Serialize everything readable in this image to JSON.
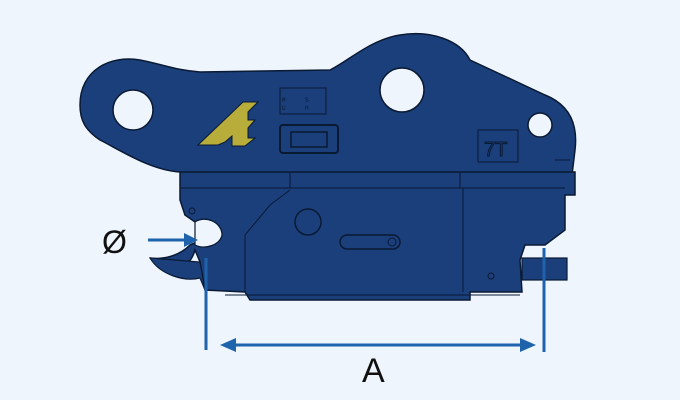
{
  "labels": {
    "pin_diameter": "Ø",
    "pin_spacing": "A"
  },
  "coupler": {
    "plate_letters": [
      "M",
      "S",
      "U",
      "H"
    ],
    "weight_marking": "7T",
    "logo": "A"
  },
  "colors": {
    "background": "#eef5fd",
    "body": "#1b3f7b",
    "outline": "#0a1a33",
    "dimension_lines": "#1f63ad",
    "logo": "#b8ad3a"
  }
}
